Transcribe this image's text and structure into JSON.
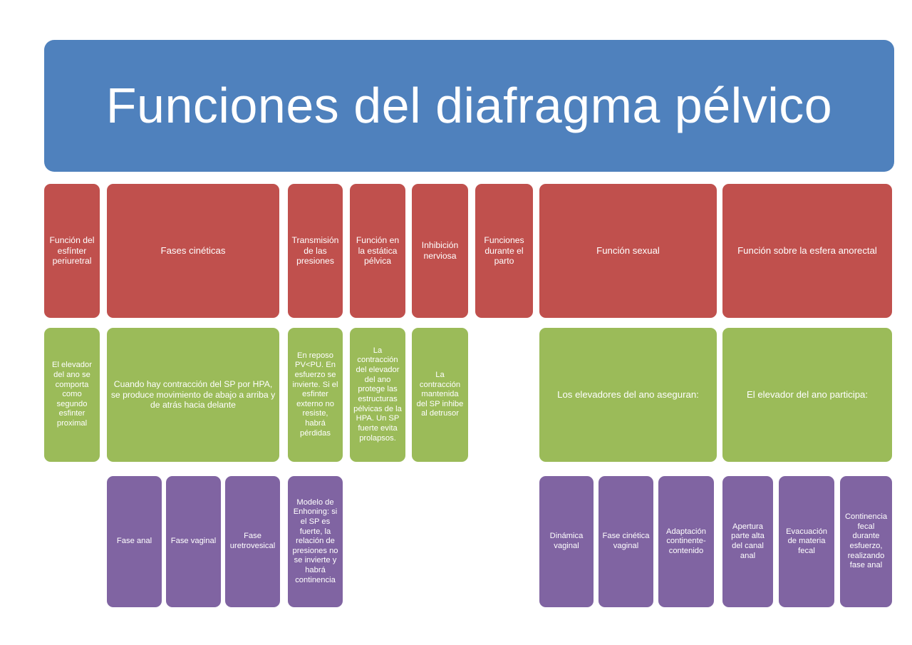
{
  "document": {
    "title": "Funciones del diafragma pélvico",
    "type": "hierarchy-diagram"
  },
  "colors": {
    "title_bar": "#4F81BD",
    "level1": "#C0504D",
    "level2": "#9BBB59",
    "level3": "#8064A2",
    "text": "#FFFFFF",
    "background": "#FFFFFF"
  },
  "banner": {
    "heading": "Funciones del diafragma pélvico"
  },
  "level1": [
    {
      "id": "l1-0",
      "label": "Función del esfínter periuretral"
    },
    {
      "id": "l1-1",
      "label": "Fases cinéticas"
    },
    {
      "id": "l1-2",
      "label": "Transmisión de las presiones"
    },
    {
      "id": "l1-3",
      "label": "Función en la estática pélvica"
    },
    {
      "id": "l1-4",
      "label": "Inhibición nerviosa"
    },
    {
      "id": "l1-5",
      "label": "Funciones durante el parto"
    },
    {
      "id": "l1-6",
      "label": "Función sexual"
    },
    {
      "id": "l1-7",
      "label": "Función sobre la esfera anorectal"
    }
  ],
  "level2": [
    {
      "id": "l2-0",
      "label": "El elevador del ano se comporta como segundo esfinter proximal"
    },
    {
      "id": "l2-1",
      "label": "Cuando hay contracción del SP por HPA, se produce movimiento de  abajo a arriba y de atrás hacia delante"
    },
    {
      "id": "l2-2",
      "label": "En reposo PV<PU. En esfuerzo se invierte. Si el esfinter externo no resiste, habrá pérdidas"
    },
    {
      "id": "l2-3",
      "label": "La contracción del elevador del ano protege las estructuras pélvicas de la HPA. Un SP fuerte evita prolapsos."
    },
    {
      "id": "l2-4",
      "label": "La contracción mantenida del SP inhibe al detrusor"
    },
    {
      "id": "l2-5",
      "label": "Los elevadores del ano aseguran:"
    },
    {
      "id": "l2-6",
      "label": "El elevador del ano participa:"
    }
  ],
  "level3": [
    {
      "id": "l3-0",
      "label": "Fase anal"
    },
    {
      "id": "l3-1",
      "label": "Fase vaginal"
    },
    {
      "id": "l3-2",
      "label": "Fase uretrovesical"
    },
    {
      "id": "l3-3",
      "label": "Modelo de Enhoning: si el SP es fuerte, la relación de presiones no se invierte y habrá continencia"
    },
    {
      "id": "l3-4",
      "label": "Dinámica vaginal"
    },
    {
      "id": "l3-5",
      "label": "Fase cinética vaginal"
    },
    {
      "id": "l3-6",
      "label": "Adaptación continente-contenido"
    },
    {
      "id": "l3-7",
      "label": "Apertura parte alta del canal anal"
    },
    {
      "id": "l3-8",
      "label": "Evacuación de materia fecal"
    },
    {
      "id": "l3-9",
      "label": "Continencia fecal durante esfuerzo, realizando fase anal"
    }
  ]
}
